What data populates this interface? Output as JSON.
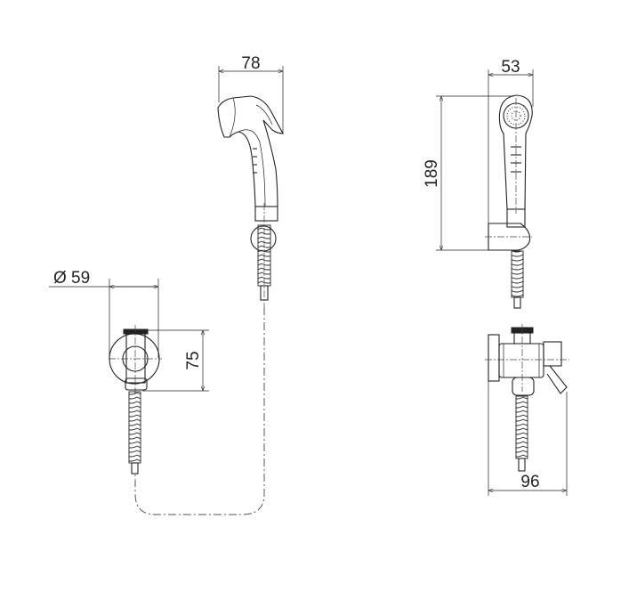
{
  "dimensions": {
    "handshower_width": "78",
    "handshower_depth": "53",
    "handshower_height": "189",
    "valve_diameter": "Ø 59",
    "valve_height": "75",
    "valve_projection": "96"
  },
  "colors": {
    "line": "#222222",
    "background": "#ffffff"
  }
}
